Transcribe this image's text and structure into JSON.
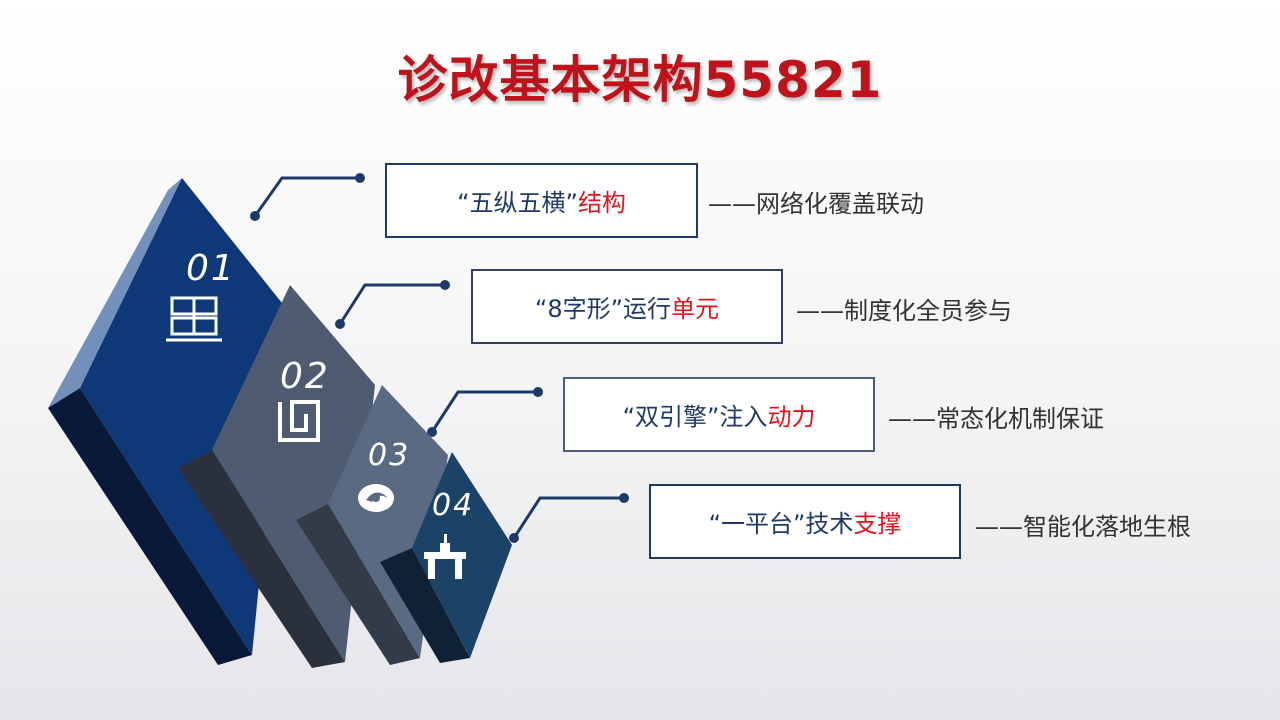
{
  "title": "诊改基本架构55821",
  "colors": {
    "title": "#c0121a",
    "highlight": "#e0151c",
    "tier1": "#0e3878",
    "tier2": "#4f5b70",
    "tier3": "#5a6a83",
    "tier4": "#1b4267"
  },
  "items": [
    {
      "number": "01",
      "icon": "building-icon",
      "box_main": "“五纵五横”",
      "box_highlight": "结构",
      "description": "——网络化覆盖联动"
    },
    {
      "number": "02",
      "icon": "loop-icon",
      "box_main": "“8字形”运行",
      "box_highlight": "单元",
      "description": "——制度化全员参与"
    },
    {
      "number": "03",
      "icon": "engine-icon",
      "box_main": "“双引擎”注入",
      "box_highlight": "动力",
      "description": "——常态化机制保证"
    },
    {
      "number": "04",
      "icon": "platform-icon",
      "box_main": "“一平台”技术",
      "box_highlight": "支撑",
      "description": "——智能化落地生根"
    }
  ]
}
